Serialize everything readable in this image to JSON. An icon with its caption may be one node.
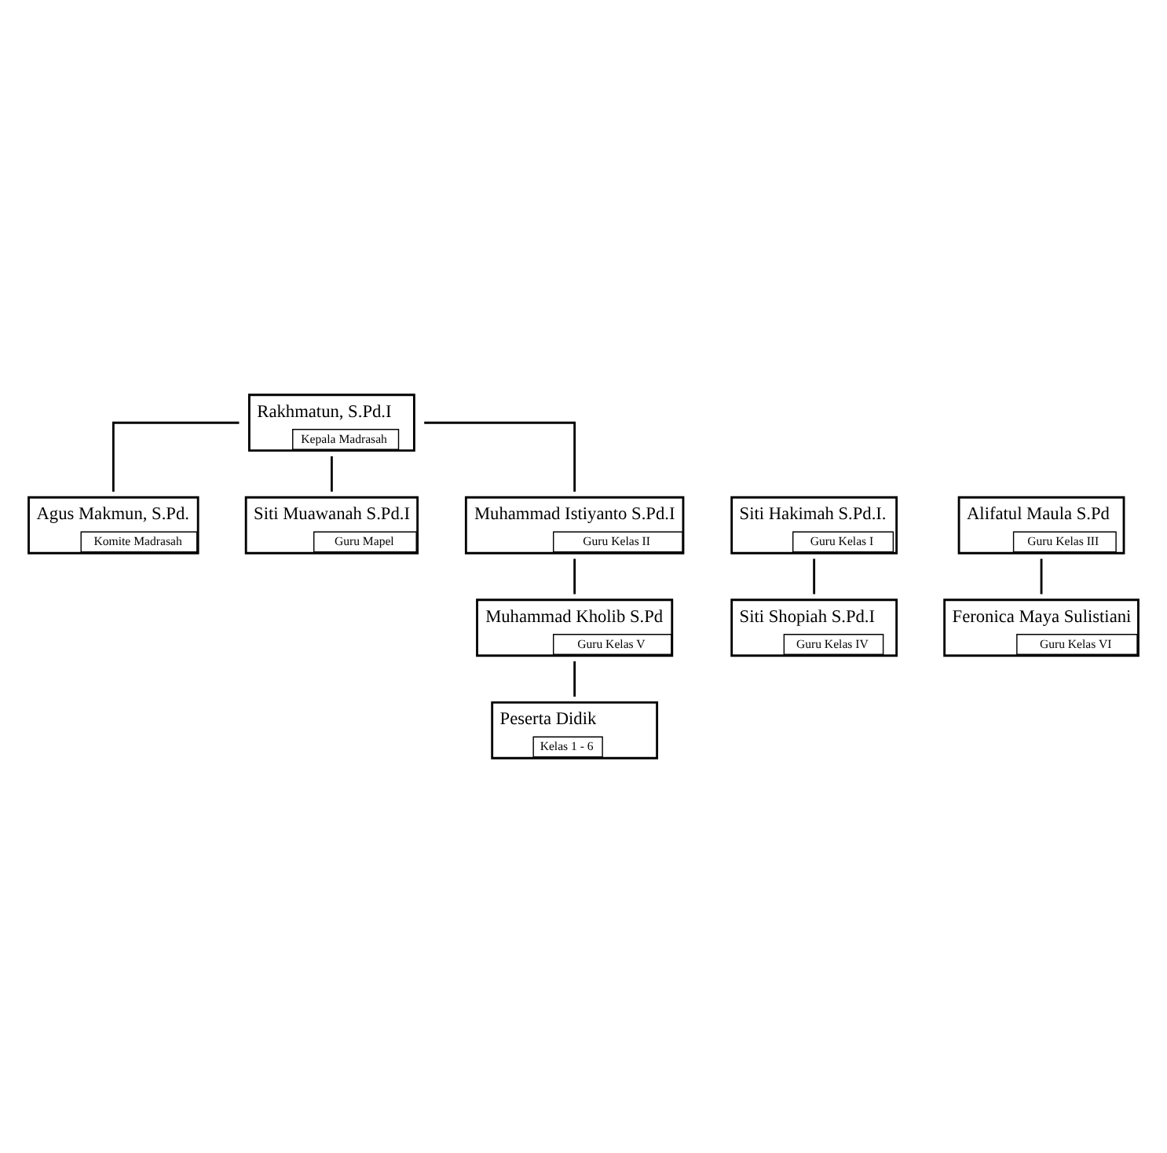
{
  "diagram": {
    "nodes": [
      {
        "text": [
          "Rakhmatun, S.Pd.I",
          "Kepala Madrasah"
        ]
      },
      {
        "text": [
          "Agus Makmun, S.Pd.",
          "Komite Madrasah"
        ]
      },
      {
        "text": [
          "Siti Muawanah S.Pd.I",
          "Guru Mapel"
        ]
      },
      {
        "text": [
          "Siti Hakimah S.Pd.I.",
          "Guru Kelas I"
        ]
      },
      {
        "text": [
          "Muhammad Istiyanto S.Pd.I",
          "Guru Kelas II"
        ]
      },
      {
        "text": [
          "Alifatul Maula S.Pd",
          "Guru Kelas III"
        ]
      },
      {
        "text": [
          "Siti Shopiah S.Pd.I",
          "Guru Kelas IV"
        ]
      },
      {
        "text": [
          "Muhammad Kholib S.Pd",
          "Guru Kelas V"
        ]
      },
      {
        "text": [
          "Feronica Maya Sulistiani",
          "Guru Kelas VI"
        ]
      },
      {
        "text": [
          "Peserta Didik",
          "Kelas 1 - 6"
        ]
      }
    ],
    "edges": [
      {
        "from": 0,
        "to": 1,
        "arrow": "none"
      },
      {
        "from": 0,
        "to": 2,
        "arrow": "none"
      },
      {
        "from": 0,
        "to": 4,
        "arrow": "none"
      },
      {
        "from": 3,
        "to": 6,
        "arrow": "none"
      },
      {
        "from": 4,
        "to": 7,
        "arrow": "none"
      },
      {
        "from": 5,
        "to": 8,
        "arrow": "none"
      },
      {
        "from": 7,
        "to": 9,
        "arrow": "none"
      }
    ]
  }
}
